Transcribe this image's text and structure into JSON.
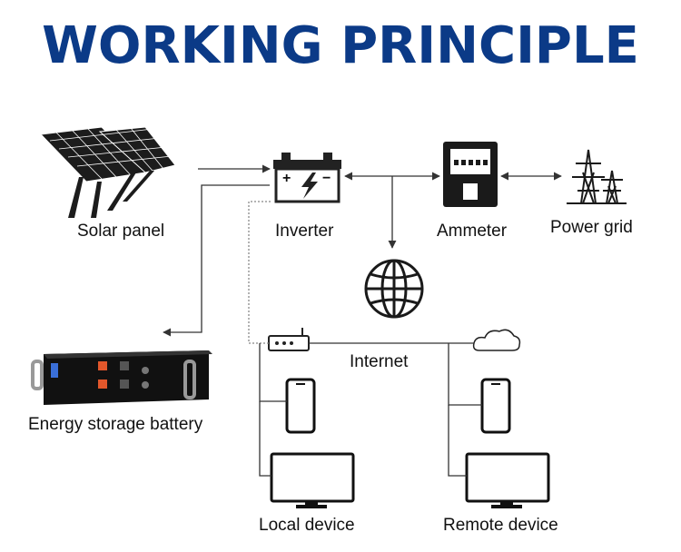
{
  "title": "WORKING PRINCIPLE",
  "nodes": {
    "solar_panel": "Solar panel",
    "inverter": "Inverter",
    "ammeter": "Ammeter",
    "power_grid": "Power grid",
    "battery": "Energy storage battery",
    "internet": "Internet",
    "local_device": "Local device",
    "remote_device": "Remote device"
  },
  "inverter_symbols": {
    "plus": "+",
    "minus": "−"
  },
  "colors": {
    "title": "#0b3a87",
    "lines": "#333333",
    "battery_accent": "#e2572b"
  }
}
